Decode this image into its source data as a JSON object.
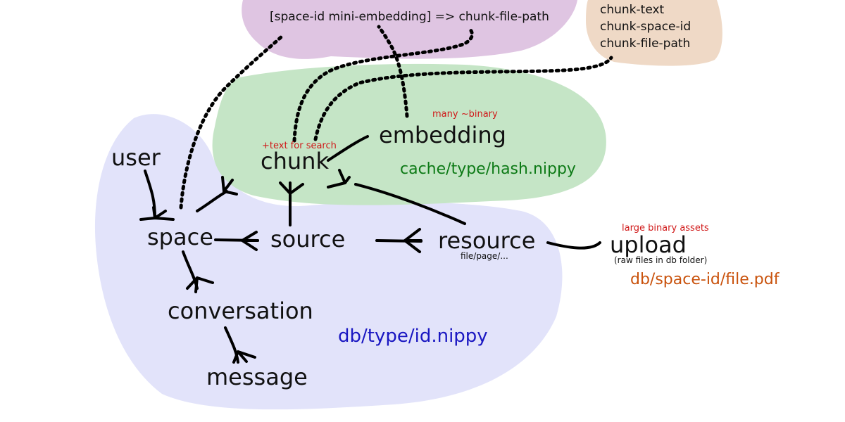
{
  "colors": {
    "ink": "#000000",
    "db_region": "#e2e3fa",
    "cache_region": "#c5e5c6",
    "index_region": "#dfc5e2",
    "chunk_store_region": "#efd9c6",
    "annotation_red": "#d01818",
    "db_path_blue": "#1a17c2",
    "cache_path_green": "#0d7a16",
    "upload_path_orange": "#c9520c"
  },
  "entities": {
    "user": "user",
    "space": "space",
    "conversation": "conversation",
    "message": "message",
    "source": "source",
    "resource": "resource",
    "upload": "upload",
    "chunk": "chunk",
    "embedding": "embedding"
  },
  "annotations": {
    "chunk_note": "+text for search",
    "embedding_note": "many ~binary",
    "upload_note": "large binary assets",
    "upload_sub": "(raw files in db folder)",
    "resource_sub": "file/page/..."
  },
  "storage_paths": {
    "db": "db/type/id.nippy",
    "cache": "cache/type/hash.nippy",
    "upload": "db/space-id/file.pdf"
  },
  "index": {
    "mapping": "[space-id mini-embedding] => chunk-file-path",
    "chunk_fields": [
      "chunk-text",
      "chunk-space-id",
      "chunk-file-path"
    ]
  }
}
